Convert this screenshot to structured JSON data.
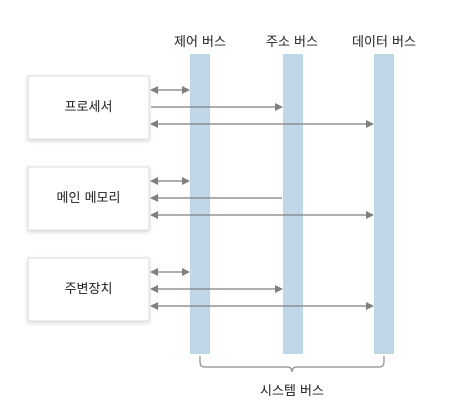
{
  "title": "",
  "buses": [
    {
      "label": "제어 버스"
    },
    {
      "label": "주소 버스"
    },
    {
      "label": "데이터 버스"
    }
  ],
  "components": [
    {
      "label": "프로세서"
    },
    {
      "label": "메인 메모리"
    },
    {
      "label": "주변장치"
    }
  ],
  "system_bus_label": "시스템 버스",
  "colors": {
    "bus_fill": "#bfd7e7",
    "arrow": "#7f7f7f",
    "box_border": "#dddddd",
    "box_fill": "#ffffff"
  }
}
